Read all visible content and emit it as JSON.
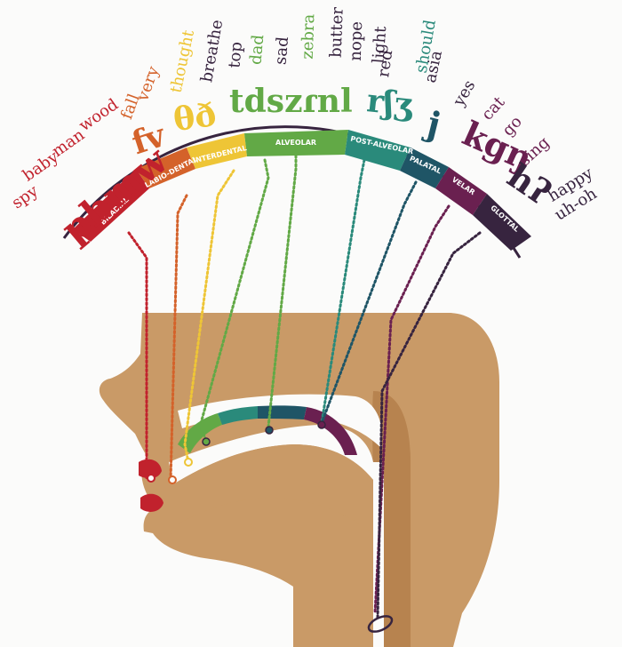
{
  "colors": {
    "bilabial": "#c1222d",
    "labiodental": "#d4622a",
    "interdental": "#eec536",
    "alveolar": "#62a946",
    "postalveolar": "#2a8a7b",
    "palatal": "#1f5566",
    "velar": "#6a2050",
    "glottal": "#37243f",
    "skin": "#c99a67",
    "skin_dark": "#b7834f"
  },
  "segments": [
    {
      "label": "BILABIAL",
      "ipa": "pbmw",
      "words": [
        "spy",
        "baby",
        "man",
        "wood"
      ]
    },
    {
      "label": "LABIO-DENTAL",
      "ipa": "fv",
      "words": [
        "fall",
        "very"
      ]
    },
    {
      "label": "INTERDENTAL",
      "ipa": "θð",
      "words": [
        "thought",
        "breathe"
      ]
    },
    {
      "label": "ALVEOLAR",
      "ipa": "tdszɾnl",
      "words": [
        "top",
        "dad",
        "sad",
        "zebra",
        "butter",
        "nope",
        "light"
      ]
    },
    {
      "label": "POST-ALVEOLAR",
      "ipa": "rʃʒ",
      "words": [
        "red",
        "should",
        "asia"
      ]
    },
    {
      "label": "PALATAL",
      "ipa": "j",
      "words": [
        "yes"
      ]
    },
    {
      "label": "VELAR",
      "ipa": "kgŋ",
      "words": [
        "cat",
        "go",
        "sing"
      ]
    },
    {
      "label": "GLOTTAL",
      "ipa": "hʔ",
      "words": [
        "happy",
        "uh-oh"
      ]
    }
  ]
}
